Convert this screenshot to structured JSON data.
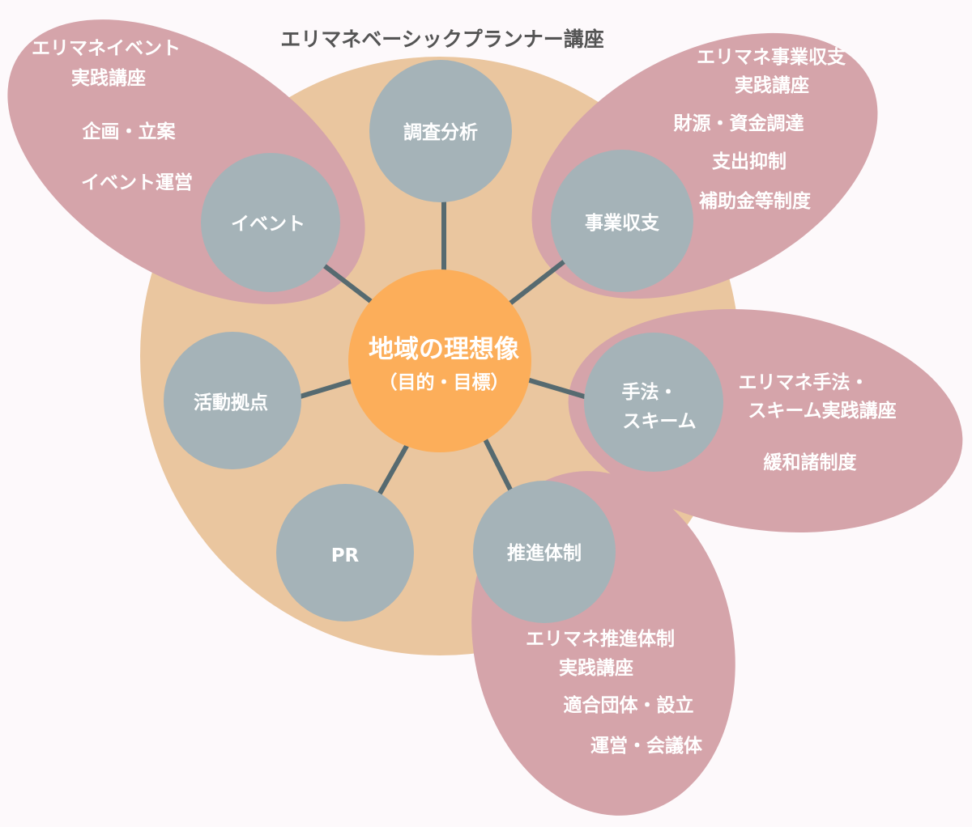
{
  "title": "エリマネベーシックプランナー講座",
  "center": {
    "line1": "地域の理想像",
    "line2": "（目的・目標）"
  },
  "hubs": {
    "survey": "調査分析",
    "business": "事業収支",
    "method_line1": "手法・",
    "method_line2": "スキーム",
    "promotion": "推進体制",
    "pr": "PR",
    "base": "活動拠点",
    "event": "イベント"
  },
  "courses": {
    "event": {
      "title_line1": "エリマネイベント",
      "title_line2": "実践講座",
      "items": [
        "企画・立案",
        "イベント運営"
      ]
    },
    "business": {
      "title_line1": "エリマネ事業収支",
      "title_line2": "実践講座",
      "items": [
        "財源・資金調達",
        "支出抑制",
        "補助金等制度"
      ]
    },
    "method": {
      "title_line1": "エリマネ手法・",
      "title_line2": "スキーム実践講座",
      "items": [
        "緩和諸制度"
      ]
    },
    "promotion": {
      "title_line1": "エリマネ推進体制",
      "title_line2": "実践講座",
      "items": [
        "適合団体・設立",
        "運営・会議体"
      ]
    }
  },
  "colors": {
    "background": "#fdf9fb",
    "big_circle": "#eac69f",
    "course_ellipse": "#d5a4aa",
    "hub_circle": "#a5b3b8",
    "center_circle": "#fcae5a",
    "connector": "#566a70",
    "title_text": "#555555"
  }
}
